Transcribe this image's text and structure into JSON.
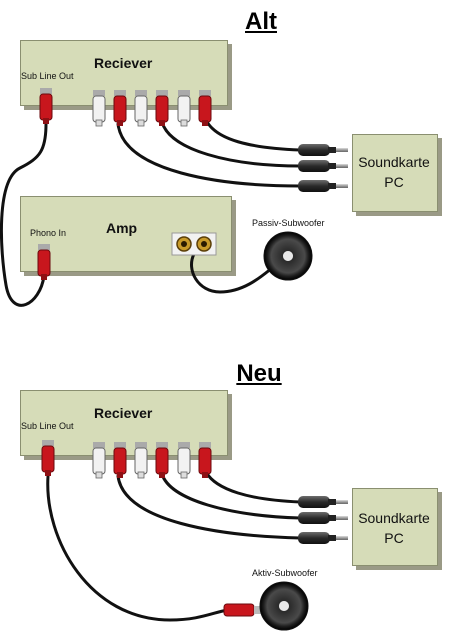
{
  "sections": [
    {
      "title": "Alt",
      "receiver_label": "Reciever",
      "sub_line_out_label": "Sub Line Out",
      "amp_label": "Amp",
      "phono_in_label": "Phono In",
      "subwoofer_label": "Passiv-Subwoofer",
      "soundcard_line1": "Soundkarte",
      "soundcard_line2": "PC"
    },
    {
      "title": "Neu",
      "receiver_label": "Reciever",
      "sub_line_out_label": "Sub Line Out",
      "subwoofer_label": "Aktiv-Subwoofer",
      "soundcard_line1": "Soundkarte",
      "soundcard_line2": "PC"
    }
  ],
  "colors": {
    "box_fill": "#d6dcb8",
    "rca_red": "#c8161d",
    "rca_white": "#f2f2f2",
    "cable": "#111111",
    "jack_gray": "#8c8c8c"
  }
}
